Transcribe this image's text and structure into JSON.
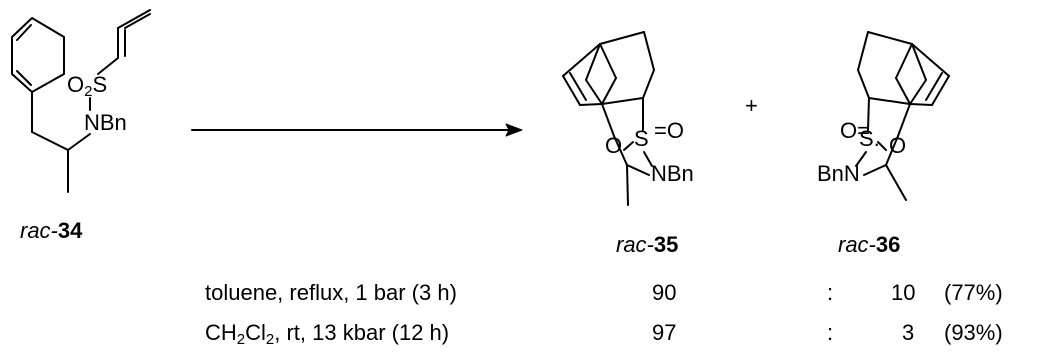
{
  "scheme": {
    "plus_sign": "+",
    "compounds": {
      "start": {
        "prefix": "rac-",
        "number": "34"
      },
      "product_a": {
        "prefix": "rac-",
        "number": "35"
      },
      "product_b": {
        "prefix": "rac-",
        "number": "36"
      }
    },
    "atom_labels": {
      "start": {
        "o2s": "O2S",
        "nbn": "NBn"
      },
      "product_a": {
        "s": "S",
        "o_right": "O",
        "o_left": "O",
        "nbn": "NBn"
      },
      "product_b": {
        "o_left": "O",
        "s": "S.",
        "o_right": "O",
        "bnn": "BnN"
      }
    },
    "conditions": [
      {
        "text": "toluene, reflux, 1 bar (3 h)",
        "ratio_35": "90",
        "separator": ":",
        "ratio_36": "10",
        "yield": "(77%)"
      },
      {
        "text_pre": "CH",
        "text_sub1": "2",
        "text_mid": "Cl",
        "text_sub2": "2",
        "text_post": ", rt, 13 kbar (12 h)",
        "ratio_35": "97",
        "separator": ":",
        "ratio_36": "3",
        "yield": "(93%)"
      }
    ]
  }
}
